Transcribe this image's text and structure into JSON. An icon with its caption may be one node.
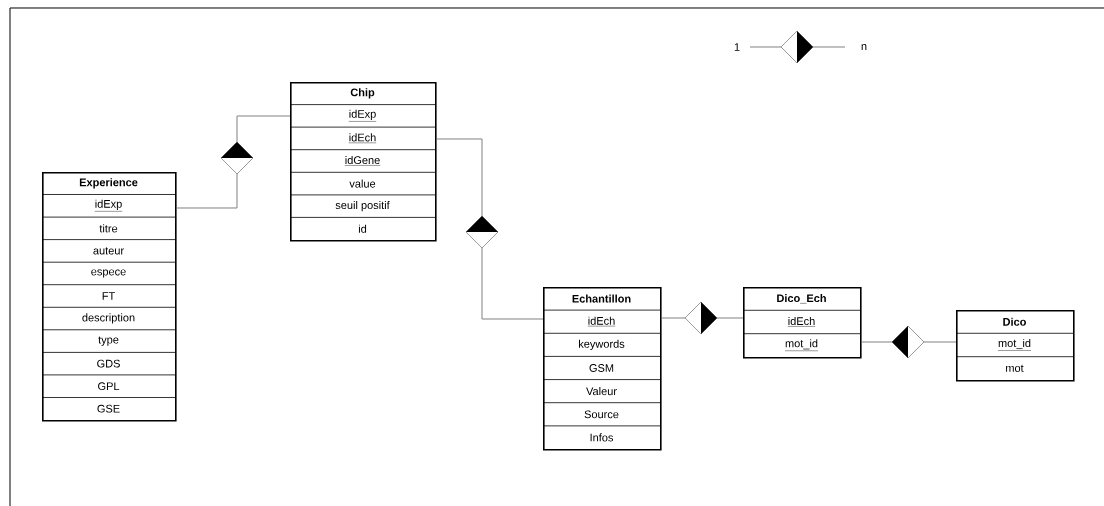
{
  "diagram": {
    "nodes": [
      {
        "text": [
          "Experience",
          "idExp",
          "titre",
          "auteur",
          "espece",
          "FT",
          "description",
          "type",
          "GDS",
          "GPL",
          "GSE"
        ]
      },
      {
        "text": [
          "Chip",
          "idExp",
          "idEch",
          "idGene",
          "value",
          "seuil positif",
          "id"
        ]
      },
      {
        "text": [
          "Echantillon",
          "idEch",
          "keywords",
          "GSM",
          "Valeur",
          "Source",
          "Infos"
        ]
      },
      {
        "text": [
          "Dico_Ech",
          "idEch",
          "mot_id"
        ]
      },
      {
        "text": [
          "Dico",
          "mot_id",
          "mot"
        ]
      }
    ],
    "edges": [
      {
        "from": 0,
        "to": 1,
        "arrow": "to"
      },
      {
        "from": 2,
        "to": 1,
        "arrow": "to"
      },
      {
        "from": 2,
        "to": 3,
        "arrow": "to"
      },
      {
        "from": 4,
        "to": 3,
        "arrow": "to"
      }
    ],
    "labels": [
      "1",
      "n"
    ]
  }
}
